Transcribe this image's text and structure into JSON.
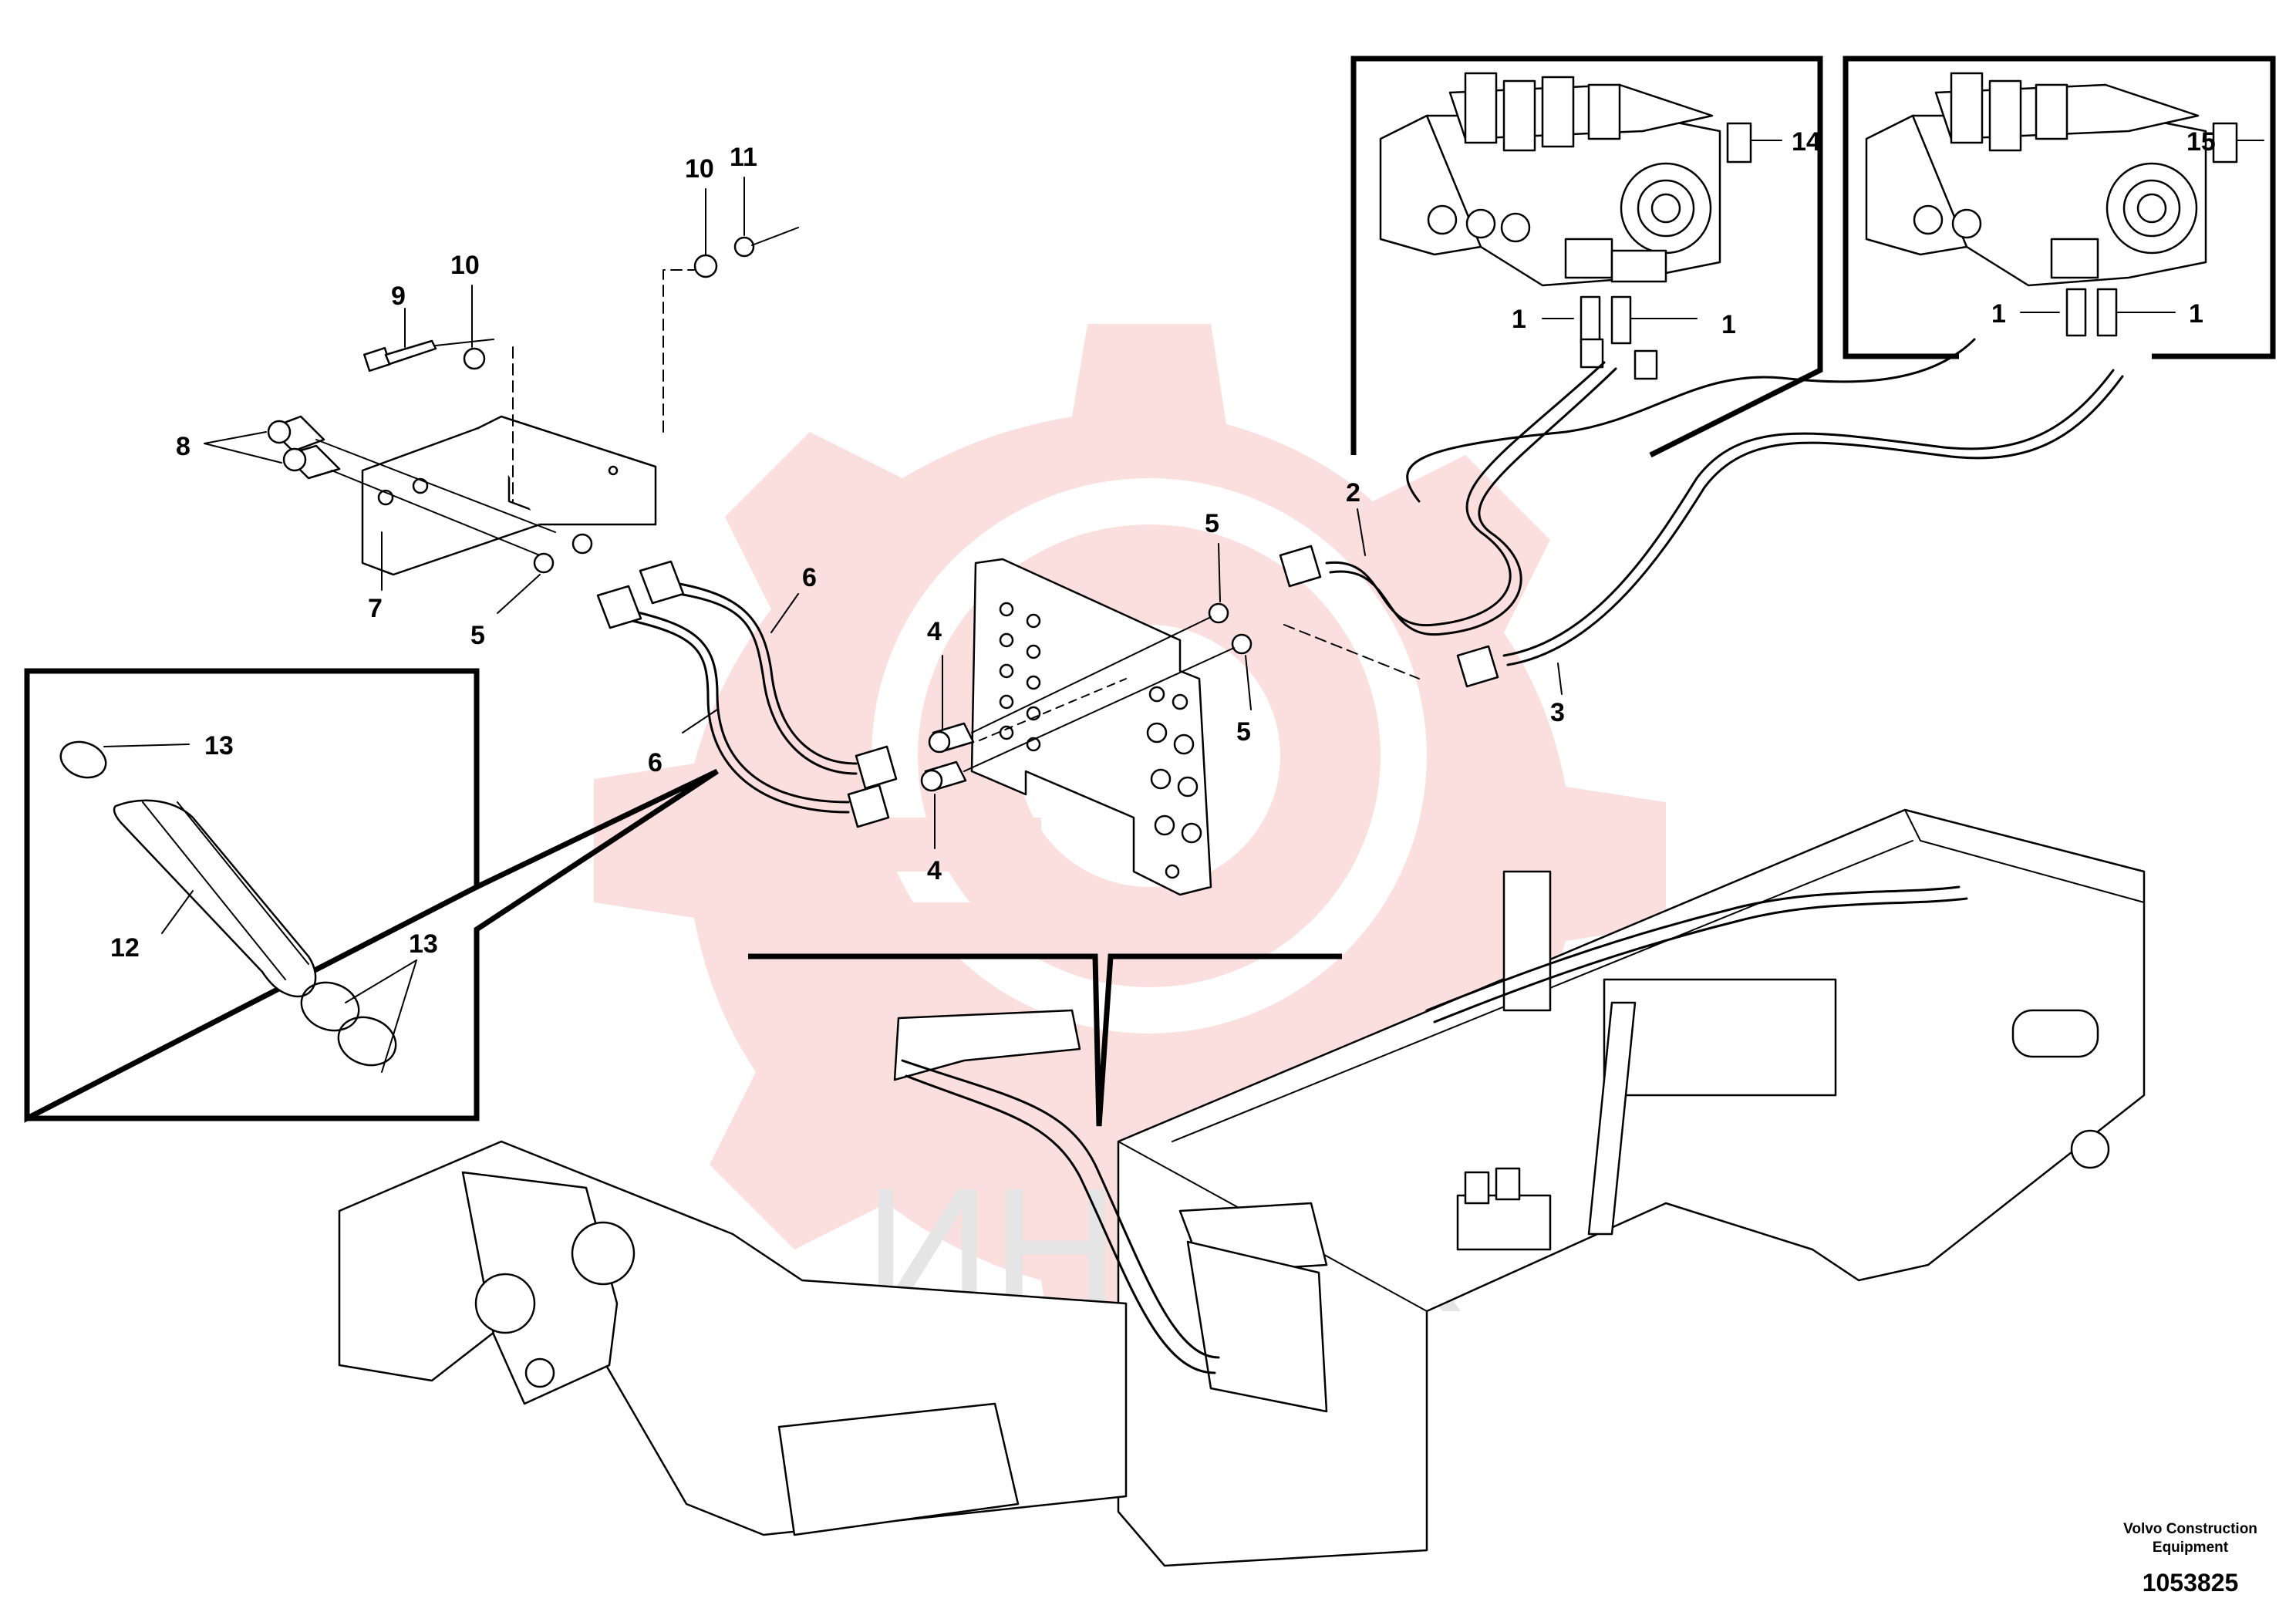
{
  "diagram": {
    "callouts": {
      "c1a": "1",
      "c1b": "1",
      "c1c": "1",
      "c1d": "1",
      "c2": "2",
      "c3": "3",
      "c4a": "4",
      "c4b": "4",
      "c5a": "5",
      "c5b": "5",
      "c5c": "5",
      "c6a": "6",
      "c6b": "6",
      "c7": "7",
      "c8": "8",
      "c9": "9",
      "c10a": "10",
      "c10b": "10",
      "c11": "11",
      "c12": "12",
      "c13a": "13",
      "c13b": "13",
      "c14": "14",
      "c15": "15"
    },
    "footer": {
      "manufacturer_line1": "Volvo Construction",
      "manufacturer_line2": "Equipment",
      "drawing_number": "1053825"
    },
    "watermark": {
      "text": "ИНТЕХ",
      "color": "#f08080"
    }
  }
}
